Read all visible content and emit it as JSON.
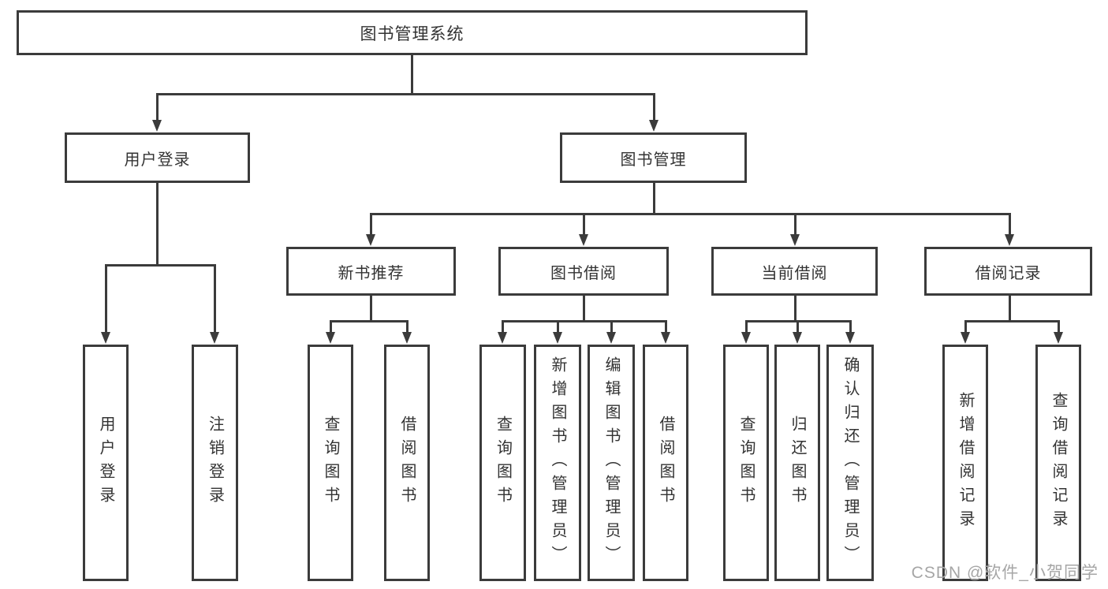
{
  "root": {
    "label": "图书管理系统"
  },
  "level2": {
    "user_login": {
      "label": "用户登录"
    },
    "book_mgmt": {
      "label": "图书管理"
    }
  },
  "level3": {
    "new_books": {
      "label": "新书推荐"
    },
    "borrowing": {
      "label": "图书借阅"
    },
    "current": {
      "label": "当前借阅"
    },
    "records": {
      "label": "借阅记录"
    }
  },
  "leaves": {
    "user_login": {
      "label": "用户登录"
    },
    "logout": {
      "label": "注销登录"
    },
    "nb_query": {
      "label": "查询图书"
    },
    "nb_borrow": {
      "label": "借阅图书"
    },
    "bb_query": {
      "label": "查询图书"
    },
    "bb_add": {
      "label": "新增图书（管理员）"
    },
    "bb_edit": {
      "label": "编辑图书（管理员）"
    },
    "bb_borrow": {
      "label": "借阅图书"
    },
    "cb_query": {
      "label": "查询图书"
    },
    "cb_return": {
      "label": "归还图书"
    },
    "cb_confirm": {
      "label": "确认归还（管理员）"
    },
    "rec_add": {
      "label": "新增借阅记录"
    },
    "rec_query": {
      "label": "查询借阅记录"
    }
  },
  "watermark": {
    "text": "CSDN @软件_小贺同学"
  },
  "colors": {
    "line": "#3b3b3b",
    "text": "#333333",
    "watermark": "#a6a6a6",
    "background": "#ffffff"
  }
}
